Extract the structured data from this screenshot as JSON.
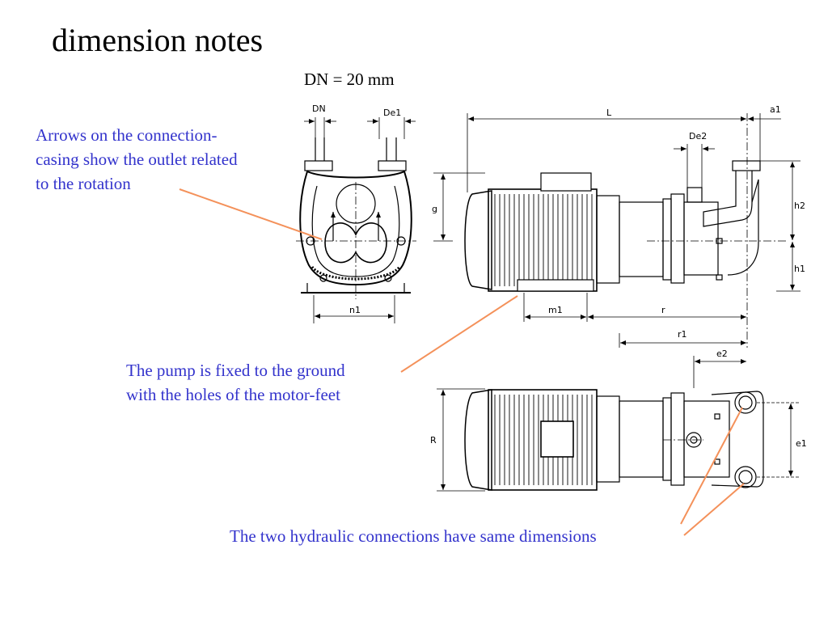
{
  "title": "dimension notes",
  "subtitle": "DN = 20 mm",
  "notes": {
    "rotation_line1": "Arrows on the connection-",
    "rotation_line2": "casing show the outlet related",
    "rotation_line3": "to the rotation",
    "fixing_line1": "The pump is fixed to the ground",
    "fixing_line2": "with the holes of the motor-feet",
    "connections": "The two hydraulic connections have same dimensions"
  },
  "labels": {
    "DN": "DN",
    "De1": "De1",
    "L": "L",
    "a1": "a1",
    "De2": "De2",
    "g": "g",
    "h2": "h2",
    "h1": "h1",
    "n1": "n1",
    "m1": "m1",
    "r": "r",
    "r1": "r1",
    "e2": "e2",
    "R": "R",
    "e1": "e1"
  },
  "colors": {
    "note_text": "#3333cc",
    "leader": "#f4915a"
  }
}
